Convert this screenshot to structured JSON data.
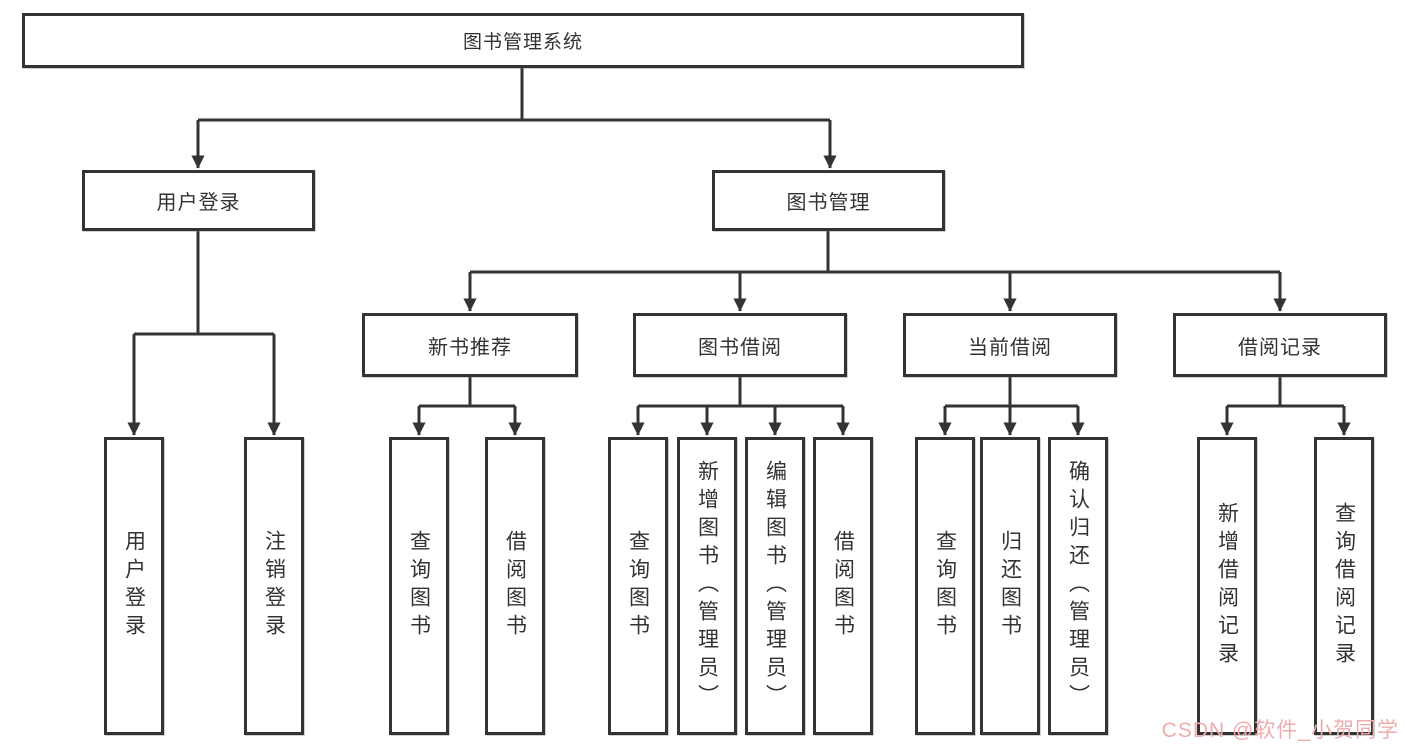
{
  "diagram": {
    "title": "图书管理系统",
    "tree": {
      "root": {
        "label": "图书管理系统"
      },
      "branches": [
        {
          "label": "用户登录",
          "children": [
            {
              "label": "用户登录"
            },
            {
              "label": "注销登录"
            }
          ]
        },
        {
          "label": "图书管理",
          "children": [
            {
              "label": "新书推荐",
              "children": [
                {
                  "label": "查询图书"
                },
                {
                  "label": "借阅图书"
                }
              ]
            },
            {
              "label": "图书借阅",
              "children": [
                {
                  "label": "查询图书"
                },
                {
                  "label": "新增图书（管理员）"
                },
                {
                  "label": "编辑图书（管理员）"
                },
                {
                  "label": "借阅图书"
                }
              ]
            },
            {
              "label": "当前借阅",
              "children": [
                {
                  "label": "查询图书"
                },
                {
                  "label": "归还图书"
                },
                {
                  "label": "确认归还（管理员）"
                }
              ]
            },
            {
              "label": "借阅记录",
              "children": [
                {
                  "label": "新增借阅记录"
                },
                {
                  "label": "查询借阅记录"
                }
              ]
            }
          ]
        }
      ]
    },
    "colors": {
      "line": "#333333",
      "box_border": "#333333",
      "text": "#333333",
      "background": "#ffffff",
      "watermark": "#efacac"
    },
    "watermark": {
      "text": "CSDN @软件_小贺同学"
    }
  }
}
